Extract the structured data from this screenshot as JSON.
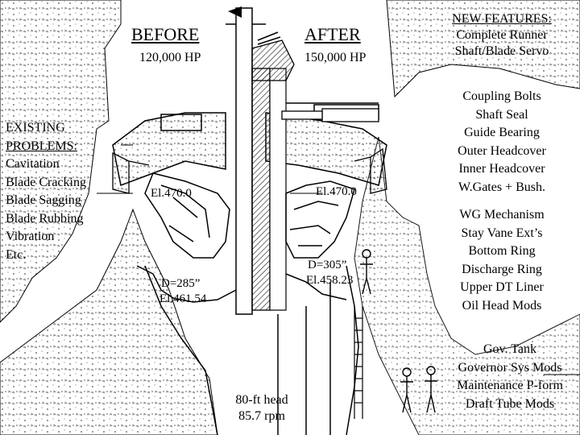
{
  "headers": {
    "before": "BEFORE",
    "after": "AFTER",
    "before_hp": "120,000 HP",
    "after_hp": "150,000 HP"
  },
  "new_features": {
    "title": "NEW FEATURES:",
    "items": [
      "Complete Runner",
      "Shaft/Blade Servo"
    ]
  },
  "existing_problems": {
    "items": [
      "EXISTING",
      "PROBLEMS:",
      "Cavitation",
      "Blade Cracking",
      "Blade Sagging",
      "Blade Rubbing",
      "Vibration",
      "Etc."
    ]
  },
  "right_list_1": [
    "Coupling Bolts",
    "Shaft Seal",
    "Guide Bearing",
    "Outer Headcover",
    "Inner Headcover",
    "W.Gates + Bush."
  ],
  "right_list_2": [
    "WG Mechanism",
    "Stay Vane Ext’s",
    "Bottom Ring",
    "Discharge Ring",
    "Upper DT Liner",
    "Oil Head Mods"
  ],
  "right_list_3": [
    "Gov. Tank",
    "Governor Sys Mods",
    "Maintenance P-form",
    "Draft Tube Mods"
  ],
  "elevations": {
    "left_el": "El.470.0",
    "right_el": "El.470.0",
    "left_d": "D=285”",
    "left_d_el": "El.461.54",
    "right_d": "D=305”",
    "right_d_el": "El.458.23"
  },
  "head": {
    "line1": "80-ft head",
    "line2": "85.7 rpm"
  },
  "colors": {
    "line": "#000000",
    "hatch": "#333333",
    "background": "#ffffff"
  }
}
